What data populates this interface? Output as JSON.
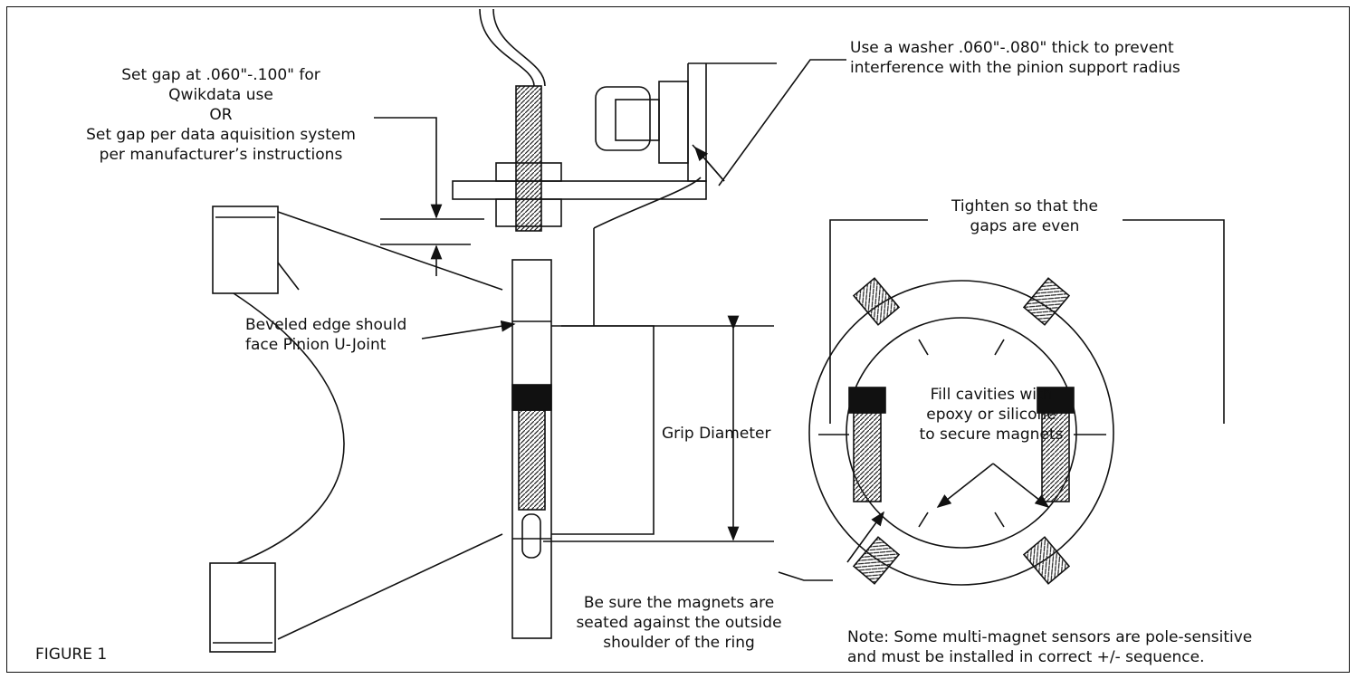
{
  "figure": {
    "label": "FIGURE 1"
  },
  "callouts": {
    "gap": [
      "Set gap at .060\"-.100\" for",
      "Qwikdata use",
      "OR",
      "Set gap per data aquisition system",
      "per manufacturer’s instructions"
    ],
    "washer": [
      "Use a washer .060\"-.080\" thick to prevent",
      "interference with the pinion support radius"
    ],
    "tighten": [
      "Tighten so that the",
      "gaps are even"
    ],
    "beveled": [
      "Beveled edge should",
      "face Pinion U-Joint"
    ],
    "grip": "Grip Diameter",
    "fill": [
      "Fill cavities with",
      "epoxy or silicone",
      "to secure magnets"
    ],
    "seated": [
      "Be sure the magnets are",
      "seated against the outside",
      "shoulder of the ring"
    ],
    "note": [
      "Note:  Some multi-magnet sensors are pole-sensitive",
      "and must be installed in correct +/- sequence."
    ]
  }
}
